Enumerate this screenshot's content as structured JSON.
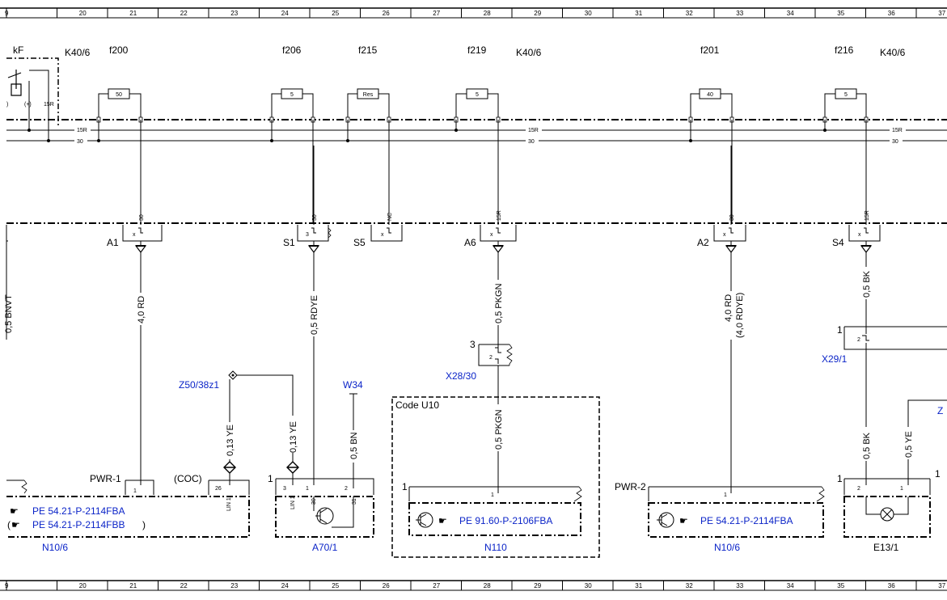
{
  "ruler": [
    "9",
    "20",
    "21",
    "22",
    "23",
    "24",
    "25",
    "26",
    "27",
    "28",
    "29",
    "30",
    "31",
    "32",
    "33",
    "34",
    "35",
    "36",
    "37"
  ],
  "top_labels": {
    "kf": "kF",
    "k40_a": "K40/6",
    "k40_b": "K40/6",
    "k40_c": "K40/6"
  },
  "fuses": [
    {
      "name": "f200",
      "rating": "50"
    },
    {
      "name": "f206",
      "rating": "5"
    },
    {
      "name": "f215",
      "rating": "Res"
    },
    {
      "name": "f219",
      "rating": "5"
    },
    {
      "name": "f201",
      "rating": "40"
    },
    {
      "name": "f216",
      "rating": "5"
    }
  ],
  "bus": {
    "r15": "15R",
    "b30": "30",
    "plus": "(+)",
    "minus": ")"
  },
  "connectors": [
    {
      "name": "A1",
      "pin": "30",
      "mark": "x"
    },
    {
      "name": "S1",
      "pin": "30",
      "mark": "3"
    },
    {
      "name": "S5",
      "pin": "NC",
      "mark": "x"
    },
    {
      "name": "A6",
      "pin": "15R",
      "mark": "x"
    },
    {
      "name": "A2",
      "pin": "30",
      "mark": "x"
    },
    {
      "name": "S4",
      "pin": "15R",
      "mark": "x"
    }
  ],
  "wires": {
    "a1": "4,0 RD",
    "s1": "0,5 RDYE",
    "a6": "0,5 PKGN",
    "a6_low": "0,5 PKGN",
    "a2": "4,0 RD",
    "a2_alt": "(4,0 RDYE)",
    "s4": "0,5 BK",
    "s4_low": "0,5 BK",
    "ye_right": "0,5 YE",
    "z50_left": "0,13 YE",
    "z50_right": "0,13 YE",
    "w34": "0,5 BN",
    "left_edge": "0,5 BNVT"
  },
  "refs": {
    "z50": "Z50/38z1",
    "w34": "W34",
    "x28": "X28/30",
    "x29": "X29/1",
    "z_edge": "Z"
  },
  "x28_pins": {
    "outer": "3",
    "inner": "2"
  },
  "x29_pins": {
    "outer": "1",
    "inner": "2"
  },
  "code_box": "Code U10",
  "modules": {
    "n10_left": {
      "name": "N10/6",
      "pwr": "PWR-1",
      "coc": "(COC)",
      "pin_pwr": "1",
      "pin_lin": "26",
      "lin": "LIN 1",
      "refs": [
        "PE 54.21-P-2114FBA",
        "PE 54.21-P-2114FBB"
      ],
      "ref_prefix": "(",
      "ref_suffix": ")"
    },
    "a70": {
      "name": "A70/1",
      "outer": "1",
      "pins": [
        "3",
        "1",
        "2"
      ],
      "sub": [
        "LIN 1",
        "30",
        "31"
      ]
    },
    "n110": {
      "name": "N110",
      "outer": "1",
      "pin": "1",
      "ref": "PE 91.60-P-2106FBA"
    },
    "n10_right": {
      "name": "N10/6",
      "pwr": "PWR-2",
      "pin": "1",
      "ref": "PE 54.21-P-2114FBA"
    },
    "e13": {
      "name": "E13/1",
      "outer": "1",
      "pins": [
        "2",
        "1"
      ]
    }
  }
}
